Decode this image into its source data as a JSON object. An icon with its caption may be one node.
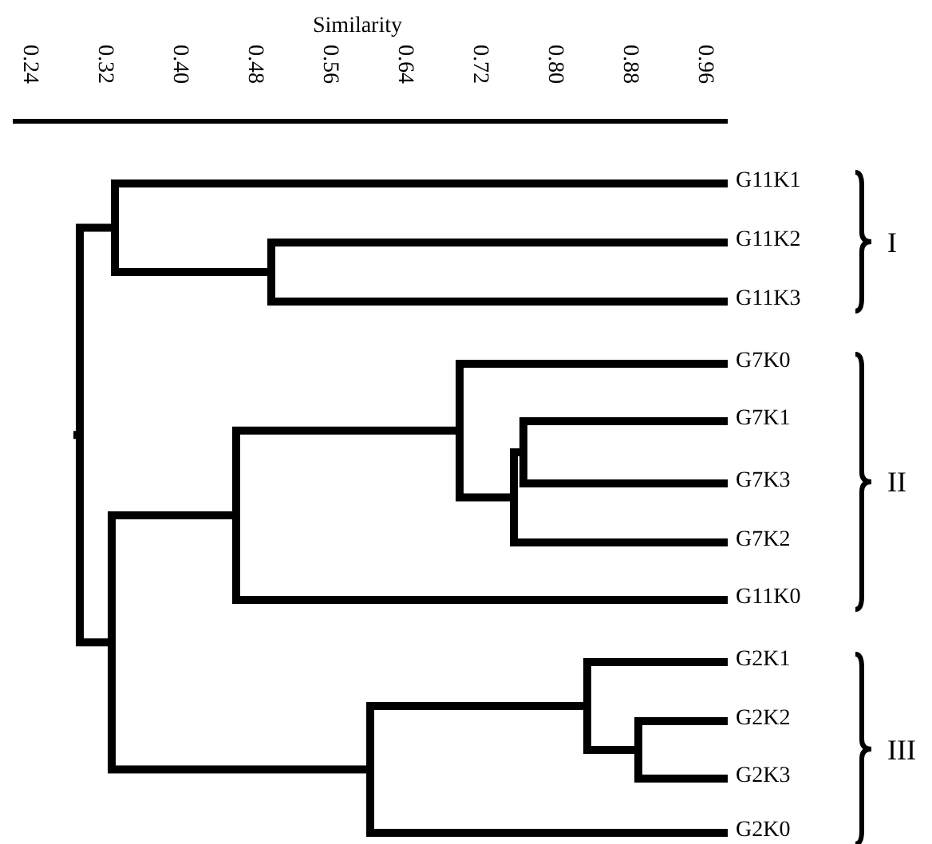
{
  "diagram": {
    "labels": [
      "Similarity",
      "0.24",
      "0.32",
      "0.40",
      "0.48",
      "0.56",
      "0.64",
      "0.72",
      "0.80",
      "0.88",
      "0.96",
      "G11K1",
      "G11K2",
      "G11K3",
      "G7K0",
      "G7K1",
      "G7K3",
      "G7K2",
      "G11K0",
      "G2K1",
      "G2K2",
      "G2K3",
      "G2K0",
      "I",
      "II",
      "III"
    ]
  }
}
